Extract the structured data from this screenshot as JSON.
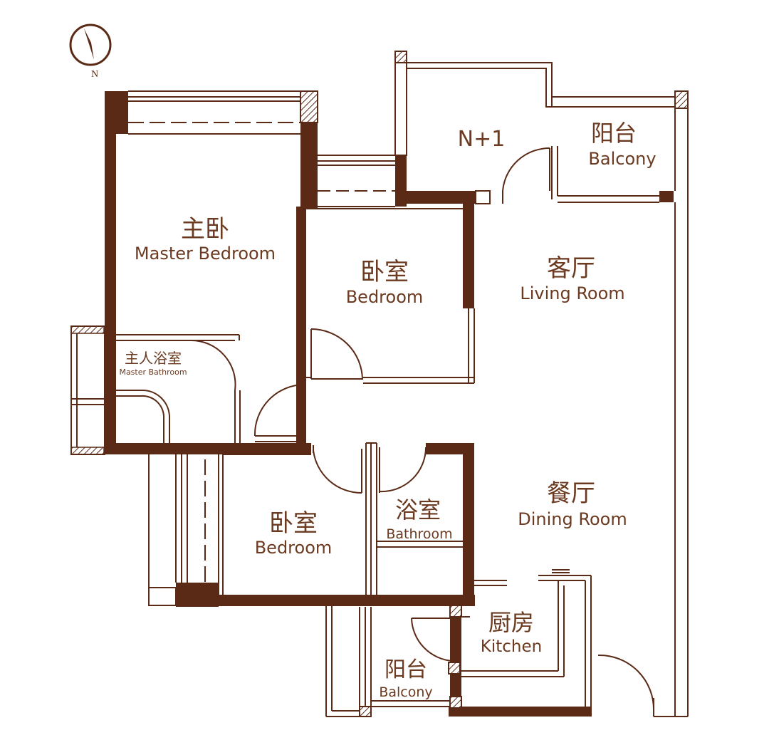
{
  "colors": {
    "wall": "#5a2a16",
    "line": "#6b3a20",
    "bg": "#ffffff"
  },
  "compass": {
    "letter": "N",
    "icon": "compass-arrow-icon"
  },
  "rooms": {
    "n_plus_1": {
      "name": "N+1"
    },
    "balcony_top": {
      "zh": "阳台",
      "en": "Balcony"
    },
    "master_bedroom": {
      "zh": "主卧",
      "en": "Master Bedroom"
    },
    "bedroom_middle": {
      "zh": "卧室",
      "en": "Bedroom"
    },
    "living_room": {
      "zh": "客厅",
      "en": "Living Room"
    },
    "master_bathroom": {
      "zh": "主人浴室",
      "en": "Master Bathroom"
    },
    "bedroom_lower": {
      "zh": "卧室",
      "en": "Bedroom"
    },
    "bathroom": {
      "zh": "浴室",
      "en": "Bathroom"
    },
    "dining_room": {
      "zh": "餐厅",
      "en": "Dining Room"
    },
    "kitchen": {
      "zh": "厨房",
      "en": "Kitchen"
    },
    "balcony_bottom": {
      "zh": "阳台",
      "en": "Balcony"
    }
  }
}
